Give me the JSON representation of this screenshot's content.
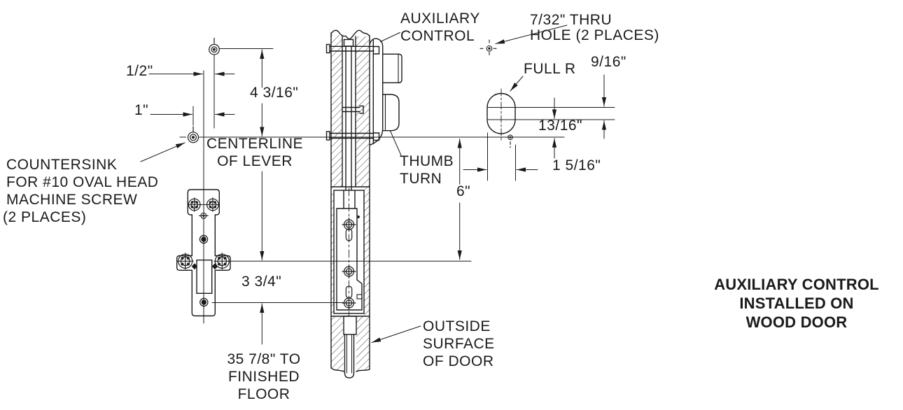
{
  "drawing": {
    "caption": [
      "AUXILIARY CONTROL",
      "INSTALLED ON",
      "WOOD DOOR"
    ],
    "labels": {
      "auxiliary_control": [
        "AUXILIARY",
        "CONTROL"
      ],
      "thru_hole": [
        "7/32\" THRU",
        "HOLE (2 PLACES)"
      ],
      "full_radius": "FULL R",
      "thumb_turn": [
        "THUMB",
        "TURN"
      ],
      "centerline_of_lever": [
        "CENTERLINE",
        "OF LEVER"
      ],
      "countersink": [
        "COUNTERSINK",
        "FOR #10 OVAL HEAD",
        "MACHINE SCREW",
        "(2 PLACES)"
      ],
      "outside_surface": [
        "OUTSIDE",
        "SURFACE",
        "OF DOOR"
      ]
    },
    "dimensions": {
      "offset_half": "1/2\"",
      "offset_one": "1\"",
      "above_centerline": "4 3/16\"",
      "slot_radius_gap": "9/16\"",
      "below_slot": "13/16\"",
      "slot_width": "1 5/16\"",
      "below_centerline": "6\"",
      "screw_spacing": "3 3/4\"",
      "to_floor": [
        "35 7/8\" TO",
        "FINISHED",
        "FLOOR"
      ]
    },
    "colors": {
      "line": "#1a1a1a",
      "background": "#ffffff"
    }
  }
}
